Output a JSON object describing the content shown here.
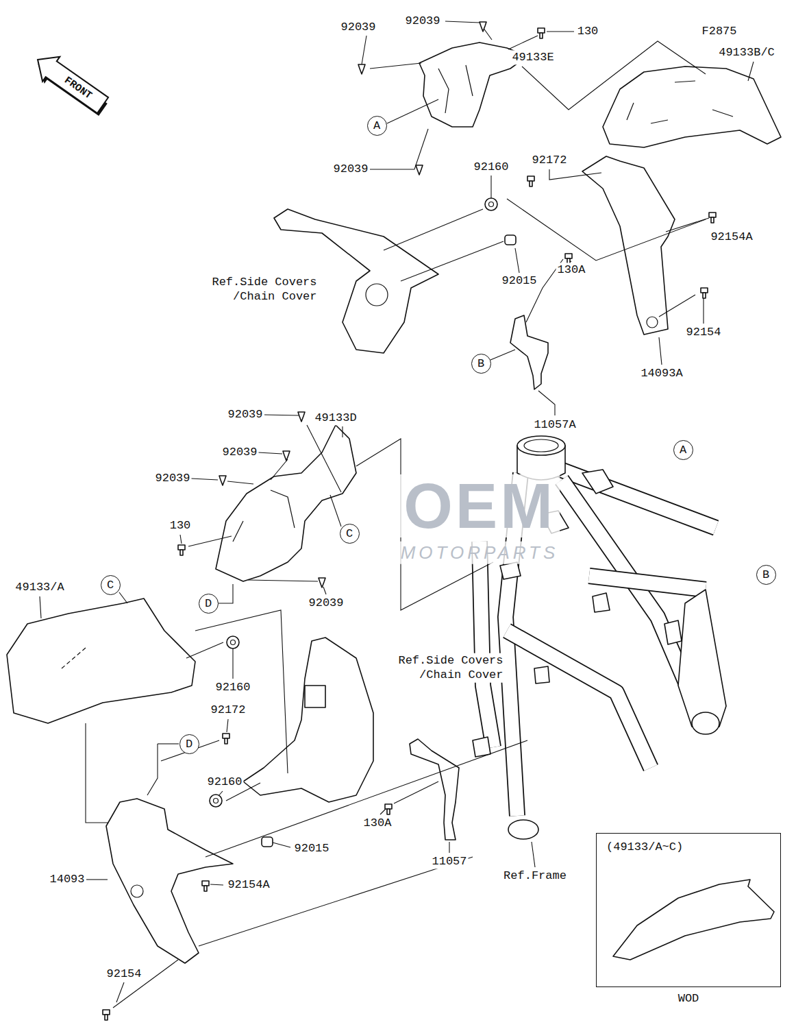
{
  "diagram": {
    "nodes": [
      {
        "text": [
          "FRONT"
        ]
      },
      {
        "text": [
          "A"
        ]
      },
      {
        "text": [
          "B"
        ]
      },
      {
        "text": [
          "C"
        ]
      },
      {
        "text": [
          "D"
        ]
      },
      {
        "text": [
          "A"
        ]
      },
      {
        "text": [
          "B"
        ]
      },
      {
        "text": [
          "C"
        ]
      },
      {
        "text": [
          "D"
        ]
      },
      {
        "text": [
          "(49133/A~C)",
          "WOD"
        ]
      }
    ],
    "labels": [
      "92039",
      "92039",
      "130",
      "49133E",
      "F2875",
      "49133B/C",
      "92039",
      "92160",
      "92172",
      "92154A",
      "Ref.Side Covers /Chain Cover",
      "92015",
      "130A",
      "92154",
      "14093A",
      "11057A",
      "49133D",
      "92039",
      "92039",
      "92039",
      "130",
      "92039",
      "49133/A",
      "92160",
      "92172",
      "Ref.Side Covers /Chain Cover",
      "92160",
      "92015",
      "14093",
      "92154A",
      "130A",
      "11057",
      "Ref.Frame",
      "92154",
      "OEM",
      "MOTORPARTS"
    ]
  }
}
